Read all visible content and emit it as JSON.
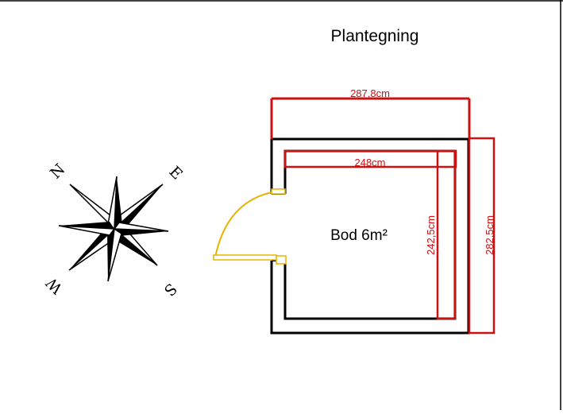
{
  "title": "Plantegning",
  "room_label": "Bod 6m²",
  "dimensions": {
    "outer_width": "287,8cm",
    "inner_width": "248cm",
    "inner_depth": "242,5cm",
    "outer_depth": "282,5cm"
  },
  "compass": {
    "north": "N",
    "east": "E",
    "south": "S",
    "west": "W"
  },
  "colors": {
    "walls": "#000000",
    "dimension_lines": "#cc1111",
    "door": "#e8b400",
    "compass": "#000000"
  }
}
